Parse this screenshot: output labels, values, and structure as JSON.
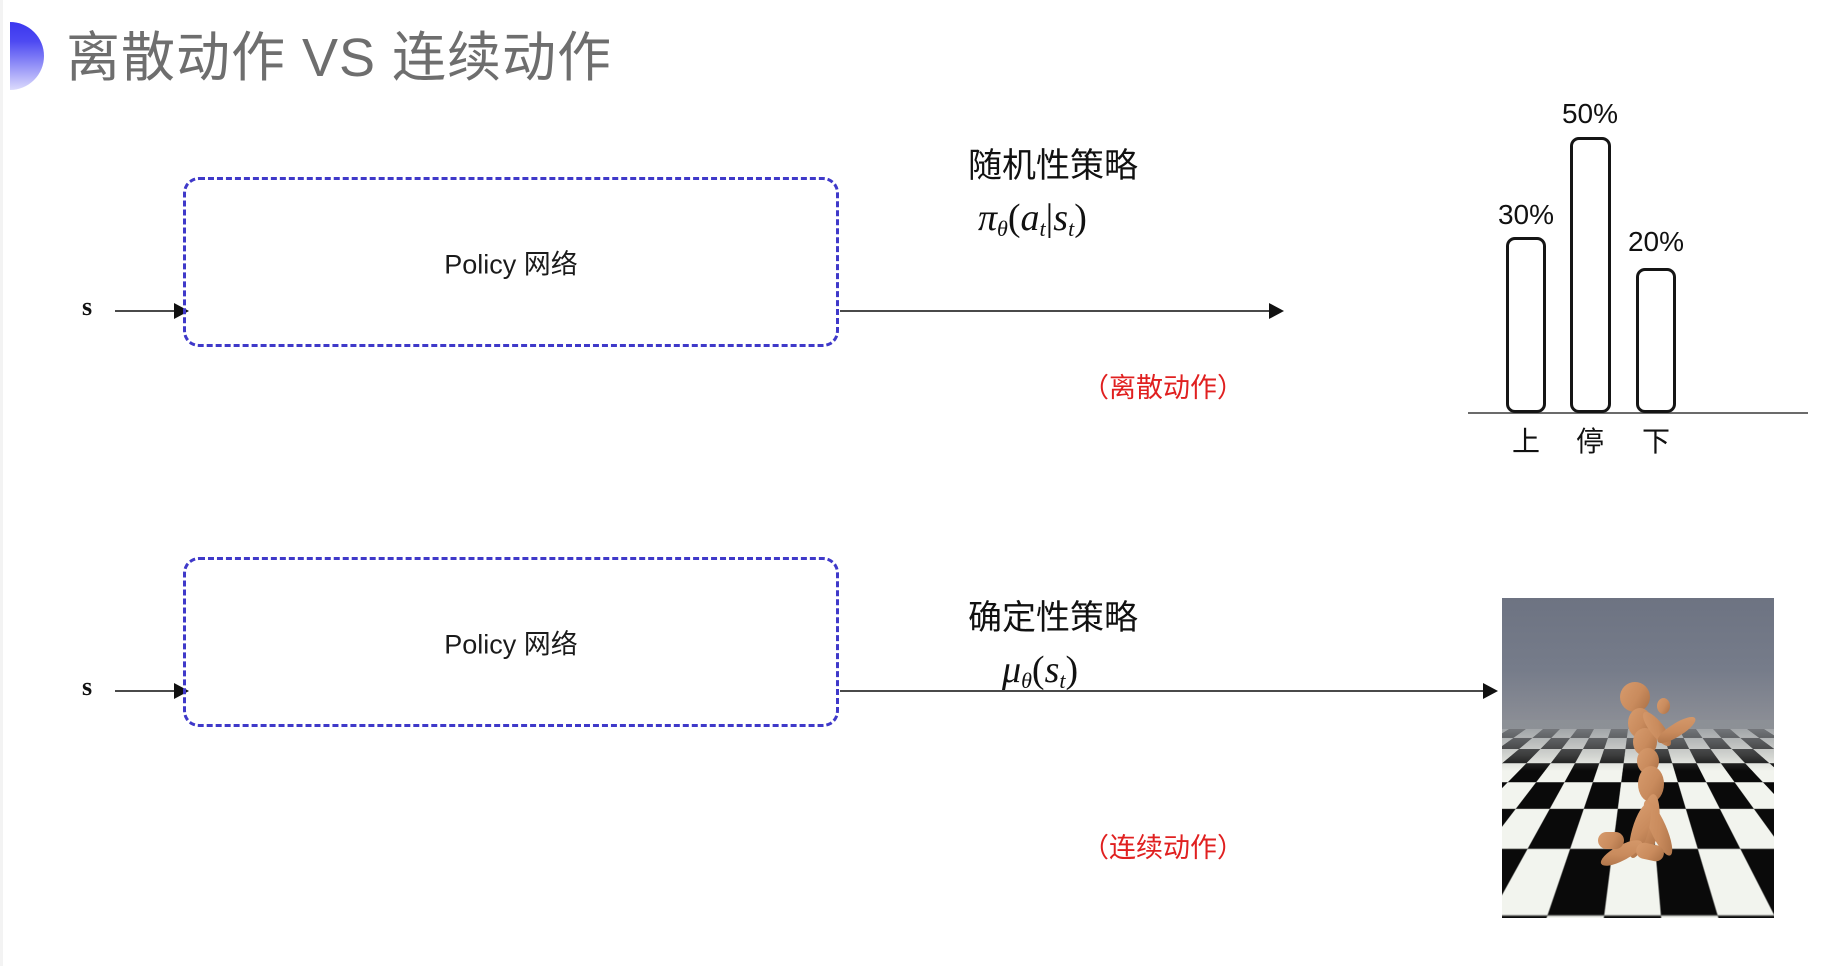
{
  "slide": {
    "title": "离散动作 VS 连续动作",
    "background": "#ffffff",
    "title_color": "#6e6e6e",
    "accent_color": "#3f39c9"
  },
  "rows": [
    {
      "id": "discrete",
      "input_label": "s",
      "box_label": "Policy 网络",
      "annotation_title": "随机性策略",
      "annotation_formula": "πθ(at|st)",
      "annotation_note": "（离散动作）",
      "note_color": "#e02020"
    },
    {
      "id": "continuous",
      "input_label": "s",
      "box_label": "Policy 网络",
      "annotation_title": "确定性策略",
      "annotation_formula": "μθ(st)",
      "annotation_note": "（连续动作）",
      "note_color": "#e02020"
    }
  ],
  "formula_parts": {
    "stochastic": {
      "fn": "π",
      "sub": "θ",
      "open": "(",
      "arg": "a",
      "arg_sub": "t",
      "bar": "|",
      "cond": "s",
      "cond_sub": "t",
      "close": ")"
    },
    "deterministic": {
      "fn": "μ",
      "sub": "θ",
      "open": "(",
      "arg": "s",
      "arg_sub": "t",
      "close": ")"
    }
  },
  "chart_data": {
    "type": "bar",
    "title": "",
    "xlabel": "",
    "ylabel": "",
    "categories": [
      "上",
      "停",
      "下"
    ],
    "values": [
      30,
      50,
      20
    ],
    "value_labels": [
      "30%",
      "50%",
      "20%"
    ],
    "ylim": [
      0,
      60
    ],
    "grid": false,
    "legend": "none",
    "bar_fill": "#ffffff",
    "bar_stroke": "#151515"
  },
  "humanoid": {
    "caption": "",
    "sky_color": "#727886",
    "floor_light": "#f2f4ee",
    "floor_dark": "#0a0a0a",
    "body_color": "#c98b5d"
  }
}
